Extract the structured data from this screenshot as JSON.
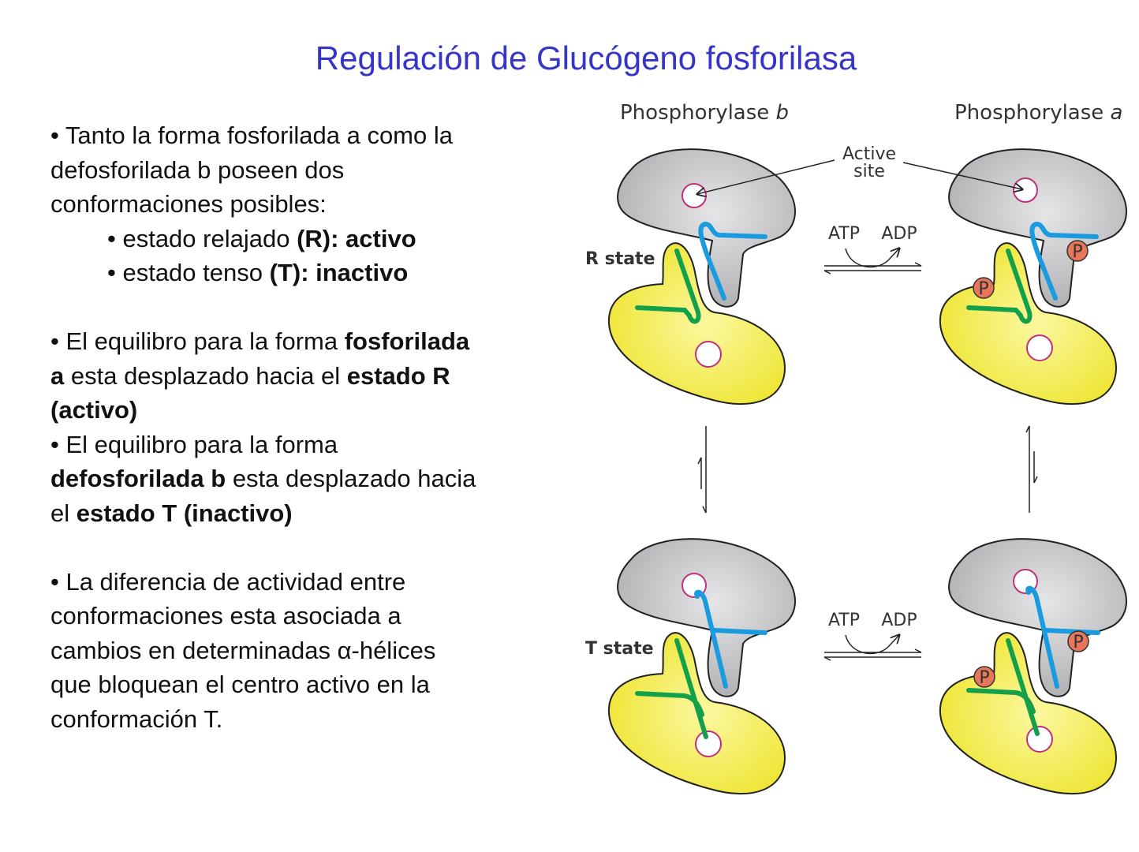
{
  "title": "Regulación de Glucógeno fosforilasa",
  "text": {
    "p1": [
      "•  Tanto la forma fosforilada a como la",
      "defosforilada b poseen dos",
      "conformaciones posibles:"
    ],
    "sub1": {
      "a": "• estado relajado ",
      "b": "(R): activo"
    },
    "sub2": {
      "a": "• estado tenso ",
      "b": "(T): inactivo"
    },
    "p2": {
      "l1a": "•  El equilibro para la forma ",
      "l1b": "fosforilada",
      "l2a": "a",
      "l2b": " esta desplazado hacia el ",
      "l2c": "estado R",
      "l3": "(activo)"
    },
    "p3": {
      "l1": "•  El equilibro para la forma",
      "l2a": "defosforilada b",
      "l2b": " esta desplazado hacia",
      "l3a": "el ",
      "l3b": "estado T (inactivo)"
    },
    "p4": [
      "• La diferencia de actividad entre",
      "conformaciones esta asociada a",
      "cambios en determinadas α-hélices",
      "que bloquean el centro activo en la",
      "conformación T."
    ]
  },
  "diagram": {
    "phosphorylase_b": "Phosphorylase ",
    "phosphorylase_b_italic": "b",
    "phosphorylase_a": "Phosphorylase ",
    "phosphorylase_a_italic": "a",
    "active_site_1": "Active",
    "active_site_2": "site",
    "r_state": "R state",
    "t_state": "T state",
    "atp": "ATP",
    "adp": "ADP",
    "phosphate": "P",
    "colors": {
      "gray_domain": "#c8c8ca",
      "yellow_domain": "#f2ec3a",
      "blue_helix": "#1a9be0",
      "green_helix": "#14a04a",
      "site_ring": "#c0307a",
      "phosphate": "#e8765a"
    }
  }
}
